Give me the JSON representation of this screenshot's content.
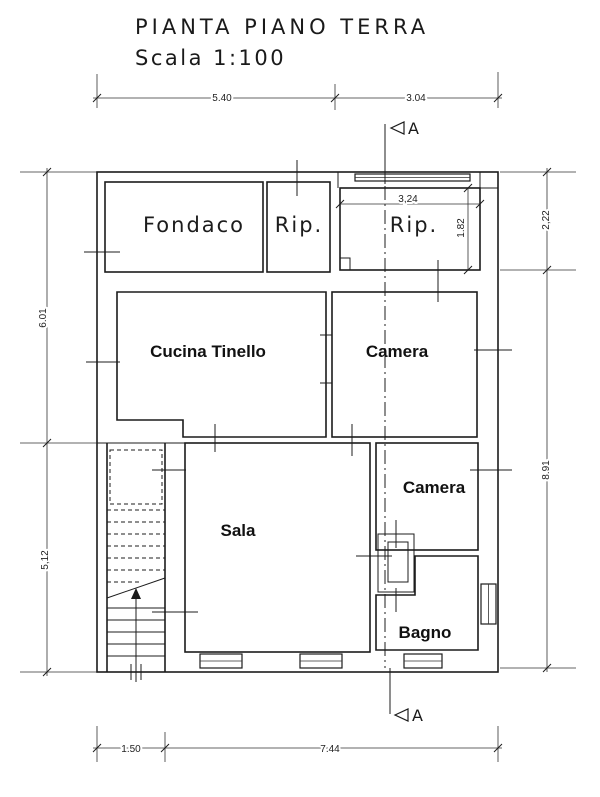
{
  "title": "PIANTA PIANO TERRA",
  "scale": "Scala 1:100",
  "section": {
    "top_label": "A",
    "bottom_label": "A"
  },
  "rooms": {
    "fondaco": "Fondaco",
    "rip_1": "Rip.",
    "rip_2": "Rip.",
    "cucina": "Cucina Tinello",
    "camera_1": "Camera",
    "camera_2": "Camera",
    "sala": "Sala",
    "bagno": "Bagno"
  },
  "dimensions": {
    "top_left": "5.40",
    "top_right": "3.04",
    "rip_width": "3,24",
    "rip_depth": "1.82",
    "right_top": "2,22",
    "right_bottom": "8.91",
    "left_top": "6.01",
    "left_bottom": "5,12",
    "bottom_left": "1.50",
    "bottom_right": "7.44"
  }
}
